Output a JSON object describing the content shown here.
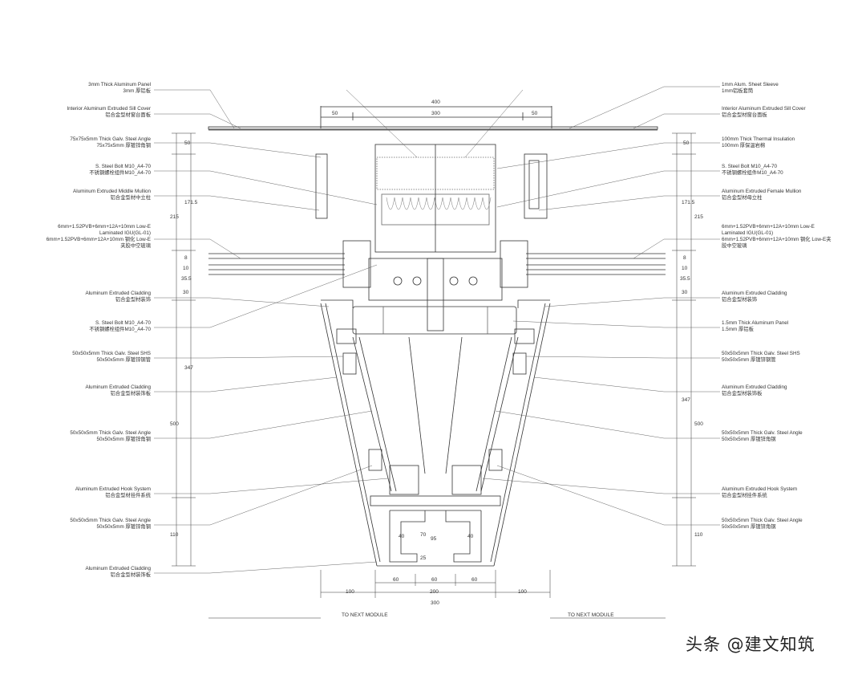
{
  "left_labels": [
    {
      "en": "3mm Thick Aluminum Panel",
      "cn": "3mm 厚铝板"
    },
    {
      "en": "Interior Aluminum Extruded Sill Cover",
      "cn": "铝合金型材窗台面板"
    },
    {
      "en": "75x75x5mm Thick Galv. Steel Angle",
      "cn": "75x75x5mm 厚镀锌角钢"
    },
    {
      "en": "S. Steel Bolt M10_A4-70",
      "cn": "不锈钢螺栓组件M10_A4-70"
    },
    {
      "en": "Aluminum Extruded Middle Mullion",
      "cn": "铝合金型材中立柱"
    },
    {
      "en": "6mm+1.52PVB+6mm+12A+10mm Low-E Laminated IGU(GL-01)",
      "cn": "6mm+1.52PVB+6mm+12A+10mm 钢化 Low-E夹胶中空玻璃"
    },
    {
      "en": "Aluminum Extruded Cladding",
      "cn": "铝合金型材装饰"
    },
    {
      "en": "S. Steel Bolt M10_A4-70",
      "cn": "不锈钢螺栓组件M10_A4-70"
    },
    {
      "en": "50x50x5mm Thick Galv. Steel SHS",
      "cn": "50x50x5mm 厚镀锌钢管"
    },
    {
      "en": "Aluminum Extruded Cladding",
      "cn": "铝合金型材装饰板"
    },
    {
      "en": "50x50x5mm Thick Galv. Steel Angle",
      "cn": "50x50x5mm 厚镀锌角钢"
    },
    {
      "en": "Aluminum Extruded Hook System",
      "cn": "铝合金型材挂件系统"
    },
    {
      "en": "50x50x5mm Thick Galv. Steel Angle",
      "cn": "50x50x5mm 厚镀锌角钢"
    },
    {
      "en": "Aluminum Extruded Cladding",
      "cn": "铝合金型材装饰板"
    }
  ],
  "right_labels": [
    {
      "en": "1mm Alum. Sheet Sleeve",
      "cn": "1mm铝板套筒"
    },
    {
      "en": "Interior Aluminum Extruded Sill Cover",
      "cn": "铝合金型材窗台面板"
    },
    {
      "en": "100mm Thick Thermal Insulation",
      "cn": "100mm 厚保温岩棉"
    },
    {
      "en": "S. Steel Bolt M10_A4-70",
      "cn": "不锈钢螺栓组件M10_A4-70"
    },
    {
      "en": "Aluminum Extruded Female Mullion",
      "cn": "铝合金型材母立柱"
    },
    {
      "en": "6mm+1.52PVB+6mm+12A+10mm Low-E Laminated IGU(GL-01)",
      "cn": "6mm+1.52PVB+6mm+12A+10mm 钢化 Low-E夹胶中空玻璃"
    },
    {
      "en": "Aluminum Extruded Cladding",
      "cn": "铝合金型材装饰"
    },
    {
      "en": "1.5mm Thick Aluminum Panel",
      "cn": "1.5mm 厚铝板"
    },
    {
      "en": "50x50x5mm Thick Galv. Steel SHS",
      "cn": "50x50x5mm 厚镀锌钢管"
    },
    {
      "en": "Aluminum Extruded Cladding",
      "cn": "铝合金型材装饰板"
    },
    {
      "en": "50x50x5mm Thick Galv. Steel Angle",
      "cn": "50x50x5mm 厚镀锌角钢"
    },
    {
      "en": "Aluminum Extruded Hook System",
      "cn": "铝合金型材挂件系统"
    },
    {
      "en": "50x50x5mm Thick Galv. Steel Angle",
      "cn": "50x50x5mm 厚镀锌角钢"
    }
  ],
  "dimensions": {
    "top_overall": "400",
    "top_left": "50",
    "top_center": "300",
    "top_right": "50",
    "left_215": "215",
    "left_171_5": "171.5",
    "left_50": "50",
    "left_8": "8",
    "left_10": "10",
    "left_35_5": "35.5",
    "left_30": "30",
    "left_347": "347",
    "left_500": "500",
    "left_110": "110",
    "right_50": "50",
    "right_171_5": "171.5",
    "right_215": "215",
    "right_8": "8",
    "right_10": "10",
    "right_35_5": "35.5",
    "right_30": "30",
    "right_347": "347",
    "right_500": "500",
    "right_110": "110",
    "fin_40_left": "40",
    "fin_70": "70",
    "fin_95": "95",
    "fin_25": "25",
    "fin_40_right": "40",
    "bot_60_left": "60",
    "bot_60_mid": "60",
    "bot_60_right": "60",
    "bot_200": "200",
    "bot_100_left": "100",
    "bot_300": "300",
    "bot_100_right": "100"
  },
  "notes": {
    "next_module_left": "TO NEXT MODULE",
    "next_module_right": "TO NEXT MODULE"
  },
  "watermark": "头条 @建文知筑"
}
